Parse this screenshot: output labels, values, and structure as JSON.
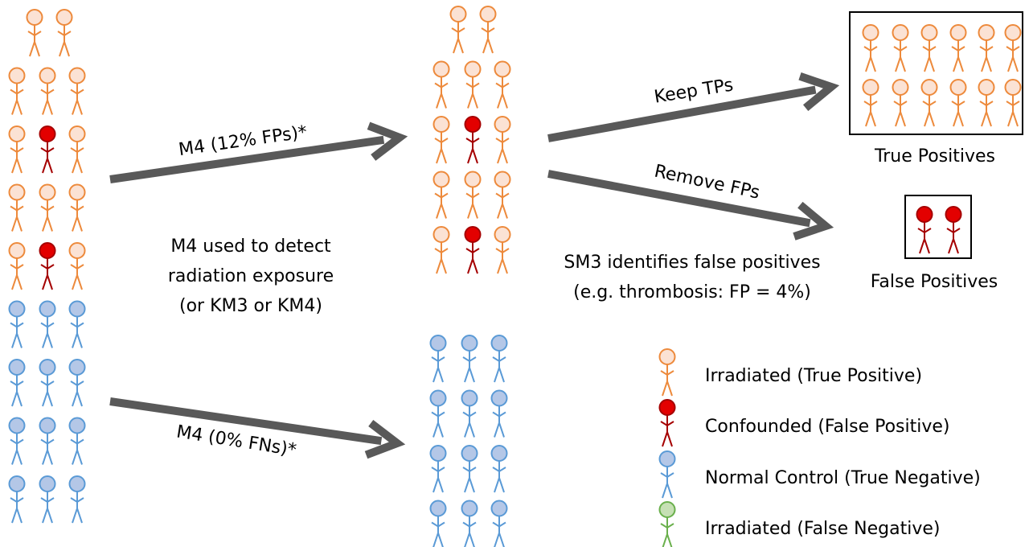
{
  "colors": {
    "irradiated_stroke": "#ED8A3C",
    "irradiated_fill": "#FBE2D4",
    "confounded_head": "#E30000",
    "confounded_body": "#A50000",
    "control_stroke": "#5A9AD6",
    "control_fill": "#B4C7E7",
    "false_negative_stroke": "#6AB04C",
    "false_negative_fill": "#C6E0B4",
    "arrow": "#595959"
  },
  "arrows": {
    "top_label": "M4 (12% FPs)*",
    "bottom_label": "M4 (0% FNs)*",
    "keep_label": "Keep TPs",
    "remove_label": "Remove FPs"
  },
  "description": {
    "line1": "M4 used to detect",
    "line2": "radiation exposure",
    "line3": "(or KM3 or KM4)"
  },
  "sm3": {
    "line1": "SM3 identifies false positives",
    "line2": "(e.g. thrombosis: FP = 4%)"
  },
  "boxes": {
    "true_positives": "True Positives",
    "false_positives": "False Positives"
  },
  "legend": {
    "items": [
      {
        "type": "irradiated",
        "label": "Irradiated (True Positive)"
      },
      {
        "type": "confounded",
        "label": "Confounded (False Positive)"
      },
      {
        "type": "control",
        "label": "Normal Control (True Negative)"
      },
      {
        "type": "false_negative",
        "label": "Irradiated (False Negative)"
      }
    ]
  },
  "groups": {
    "left_population": [
      [
        "irradiated",
        "irradiated"
      ],
      [
        "irradiated",
        "irradiated",
        "irradiated"
      ],
      [
        "irradiated",
        "confounded",
        "irradiated"
      ],
      [
        "irradiated",
        "irradiated",
        "irradiated"
      ],
      [
        "irradiated",
        "confounded",
        "irradiated"
      ],
      [
        "control",
        "control",
        "control"
      ],
      [
        "control",
        "control",
        "control"
      ],
      [
        "control",
        "control",
        "control"
      ],
      [
        "control",
        "control",
        "control"
      ]
    ],
    "middle_positive": [
      [
        "irradiated",
        "irradiated"
      ],
      [
        "irradiated",
        "irradiated",
        "irradiated"
      ],
      [
        "irradiated",
        "confounded",
        "irradiated"
      ],
      [
        "irradiated",
        "irradiated",
        "irradiated"
      ],
      [
        "irradiated",
        "confounded",
        "irradiated"
      ]
    ],
    "middle_negative": [
      [
        "control",
        "control",
        "control"
      ],
      [
        "control",
        "control",
        "control"
      ],
      [
        "control",
        "control",
        "control"
      ],
      [
        "control",
        "control",
        "control"
      ]
    ],
    "true_positives_box": [
      [
        "irradiated",
        "irradiated",
        "irradiated",
        "irradiated",
        "irradiated",
        "irradiated"
      ],
      [
        "irradiated",
        "irradiated",
        "irradiated",
        "irradiated",
        "irradiated",
        "irradiated"
      ]
    ],
    "false_positives_box": [
      [
        "confounded",
        "confounded"
      ]
    ]
  }
}
